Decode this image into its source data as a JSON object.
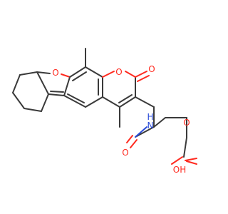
{
  "structure": {
    "atoms": {
      "furan_o": "O",
      "pyranone_ring_o": "O",
      "pyranone_carbonyl_o": "O",
      "amide_n": "N",
      "amide_h": "H",
      "amide_carbonyl_o": "O",
      "acid_carbonyl_o": "O",
      "acid_hydroxyl": "OH"
    },
    "colors": {
      "bond": "#3a3a3a",
      "oxygen": "#ff2a1f",
      "nitrogen": "#2a4bd8"
    }
  }
}
